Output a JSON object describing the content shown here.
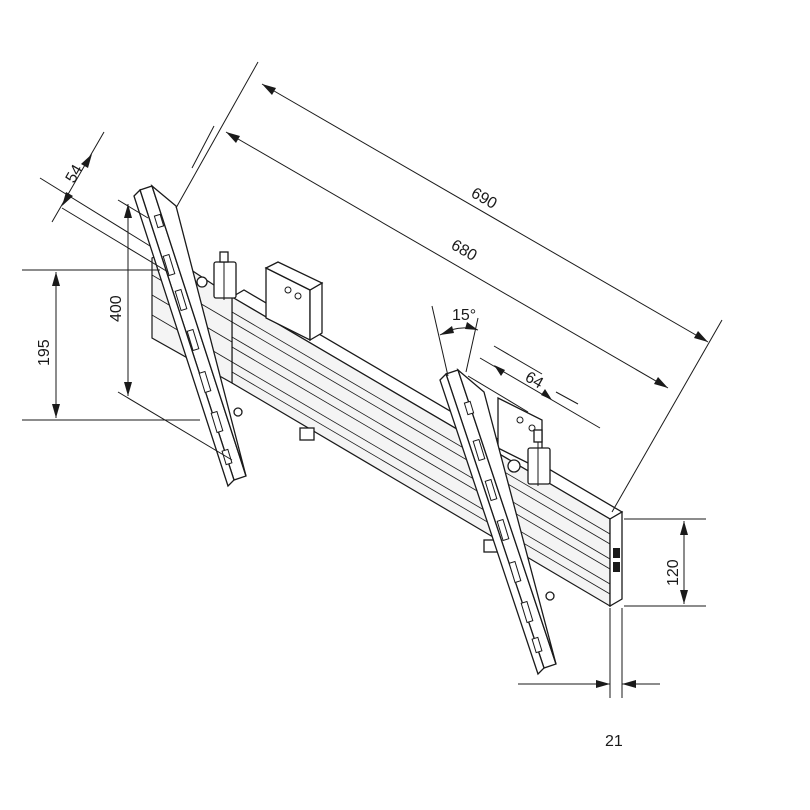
{
  "dimensions": {
    "d690": "690",
    "d680": "680",
    "d54": "54",
    "d400": "400",
    "d195": "195",
    "d15": "15°",
    "d64": "64",
    "d120": "120",
    "d21": "21"
  }
}
